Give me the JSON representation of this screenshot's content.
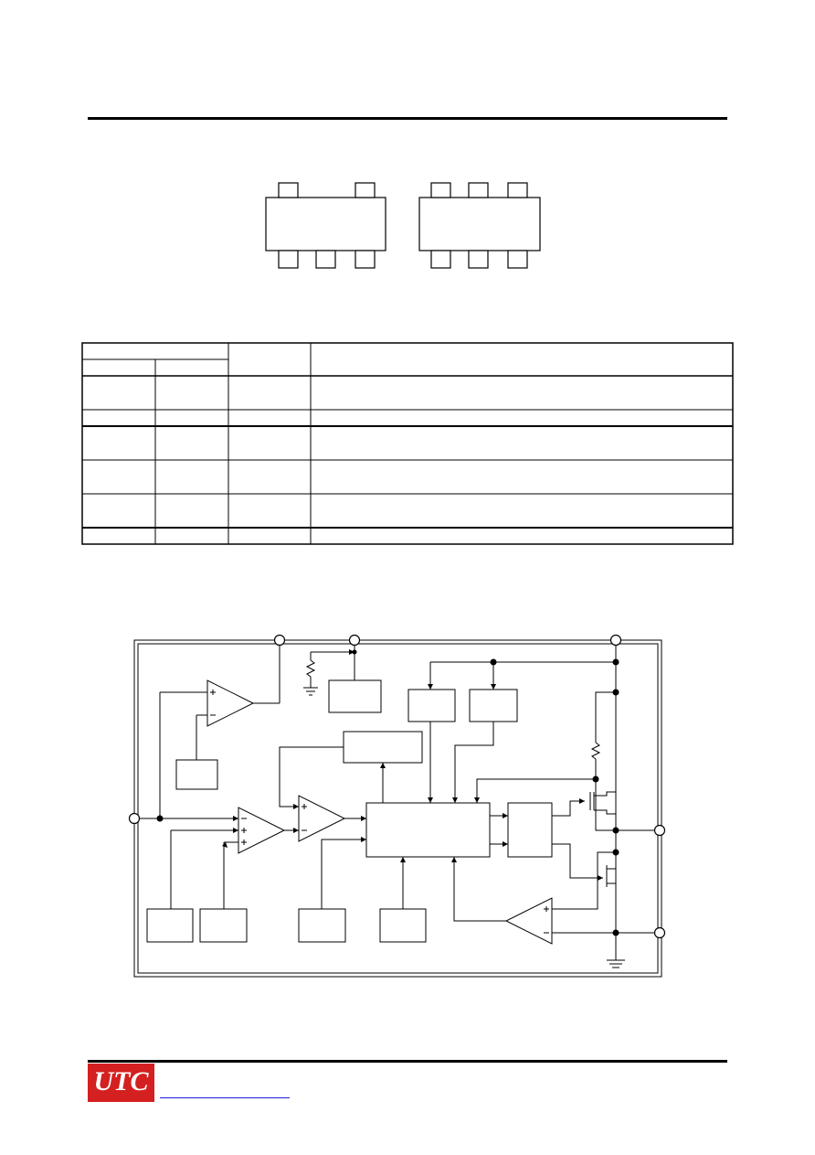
{
  "logo": {
    "text": "UTC"
  },
  "footer": {
    "website_link": ""
  },
  "colors": {
    "brand": "#d42020",
    "line": "#000000",
    "link": "#1a1ad8"
  },
  "pinout_table": {
    "rows": 8,
    "columns": 4
  }
}
